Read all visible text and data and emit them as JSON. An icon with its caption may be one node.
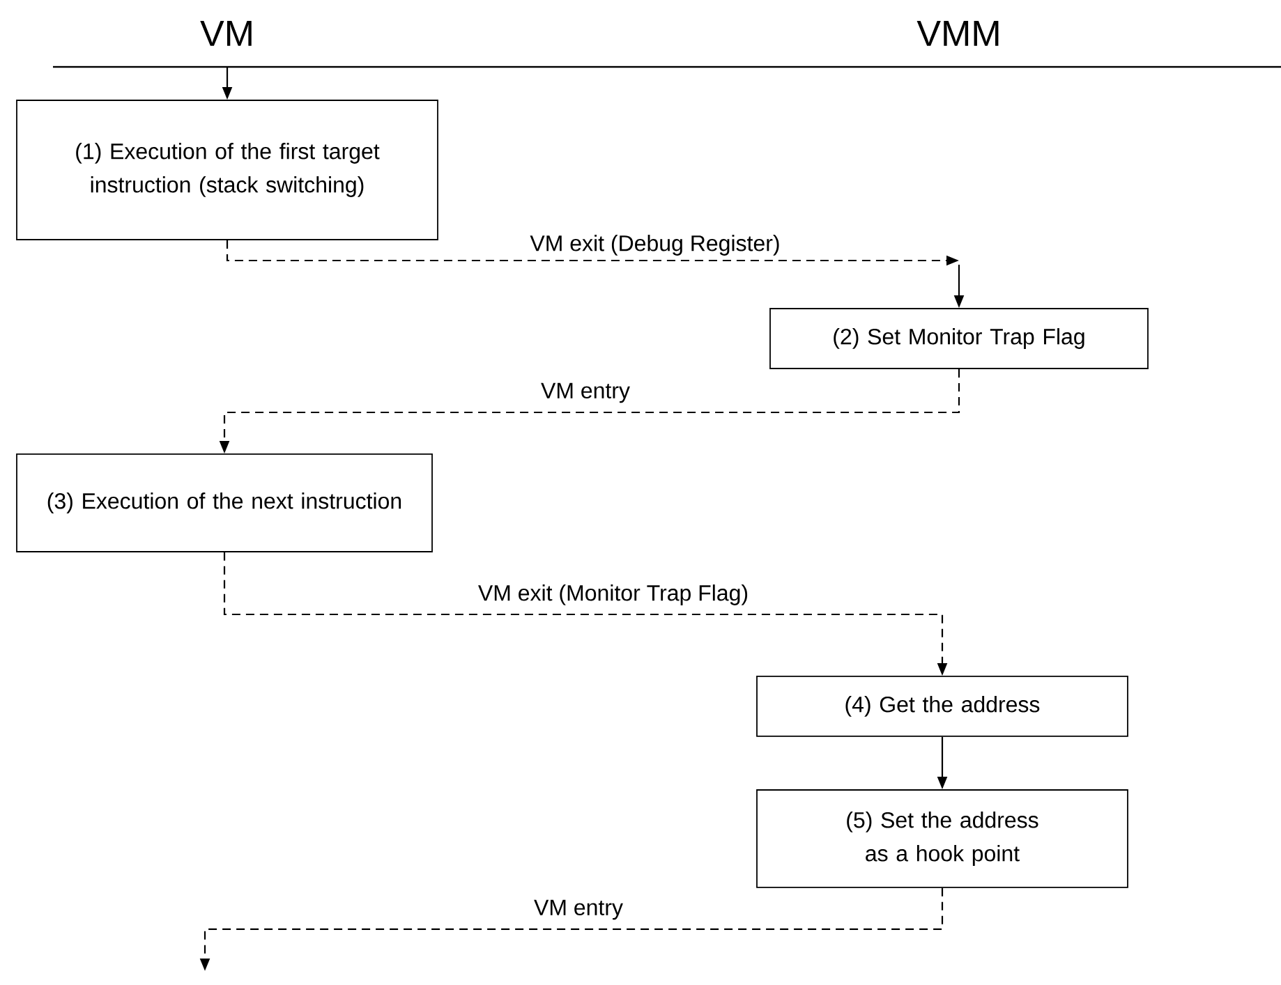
{
  "diagram": {
    "nodes": [
      {
        "text": [
          "(1) Execution of the first target instruction (stack switching)"
        ]
      },
      {
        "text": [
          "(2) Set Monitor Trap Flag"
        ]
      },
      {
        "text": [
          "(3) Execution of the next instruction"
        ]
      },
      {
        "text": [
          "(4) Get the address"
        ]
      },
      {
        "text": [
          "(5) Set the address as a hook point"
        ]
      }
    ],
    "edges": [
      {
        "from": null,
        "to": 0,
        "arrow": "to"
      },
      {
        "from": 0,
        "to": 1,
        "arrow": "to",
        "style": "dashed",
        "label": "VM exit (Debug Register)"
      },
      {
        "from": null,
        "to": 1,
        "arrow": "to"
      },
      {
        "from": 1,
        "to": 2,
        "arrow": "to",
        "style": "dashed",
        "label": "VM entry"
      },
      {
        "from": 2,
        "to": 3,
        "arrow": "to",
        "style": "dashed",
        "label": "VM exit (Monitor Trap Flag)"
      },
      {
        "from": 3,
        "to": 4,
        "arrow": "to"
      },
      {
        "from": 4,
        "to": null,
        "arrow": "to",
        "style": "dashed",
        "label": "VM entry"
      }
    ],
    "labels": [
      "VM",
      "VMM"
    ]
  }
}
